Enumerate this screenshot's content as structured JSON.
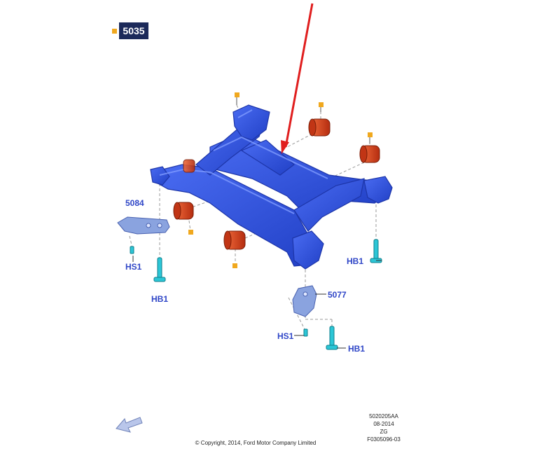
{
  "header": {
    "part_number": "5035"
  },
  "callouts": {
    "bracket_left": "5084",
    "bracket_right": "5077",
    "screw_left": "HS1",
    "screw_right": "HS1",
    "bolt_left": "HB1",
    "bolt_right": "HB1",
    "bolt_far_right": "HB1"
  },
  "footer": {
    "code": "5020205AA",
    "date": "08-2014",
    "suffix": "ZG",
    "figure": "F0305096-03",
    "copyright": "© Copyright, 2014, Ford Motor Company Limited"
  },
  "colors": {
    "frame": "#3557e0",
    "bushing": "#d9401c",
    "fastener": "#2cc6d6",
    "marker": "#f0a81e",
    "arrow": "#e01e1e",
    "badge": "#1c2a5a",
    "label": "#2f46c7"
  },
  "icons": {
    "front_arrow": "front-direction-arrow-icon"
  }
}
